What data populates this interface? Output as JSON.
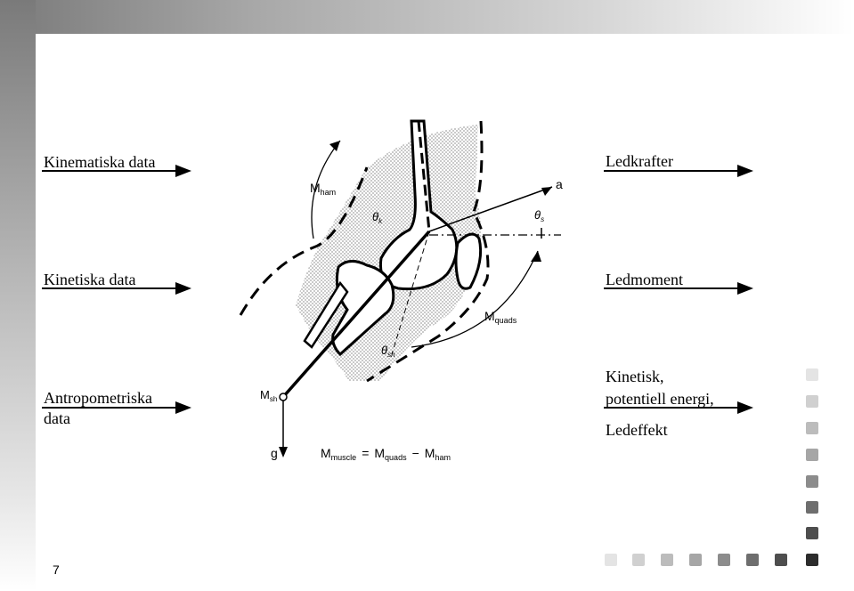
{
  "page_number": "7",
  "inputs": [
    {
      "lines": [
        "Kinematiska data"
      ]
    },
    {
      "lines": [
        "Kinetiska data"
      ]
    },
    {
      "lines": [
        "Antropometriska",
        "data"
      ]
    }
  ],
  "outputs": [
    {
      "lines": [
        "Ledkrafter"
      ]
    },
    {
      "lines": [
        "Ledmoment"
      ]
    },
    {
      "lines": [
        "Kinetisk,",
        "potentiell energi,",
        "Ledeffekt"
      ]
    }
  ],
  "diagram": {
    "m_ham": "M",
    "m_ham_sub": "ham",
    "m_quads": "M",
    "m_quads_sub": "quads",
    "theta_k": "θ",
    "theta_k_sub": "k",
    "theta_s": "θ",
    "theta_s_sub": "s",
    "theta_sh": "θ",
    "theta_sh_sub": "sh",
    "m_sh": "M",
    "m_sh_sub": "sh",
    "axis_a": "a",
    "gravity_g": "g",
    "equation": {
      "m1": "M",
      "s1": "muscle",
      "op1": "=",
      "m2": "M",
      "s2": "quads",
      "op2": "−",
      "m3": "M",
      "s3": "ham"
    }
  },
  "colors": {
    "square_shades": [
      "#e4e4e4",
      "#d0d0d0",
      "#bcbcbc",
      "#a6a6a6",
      "#8c8c8c",
      "#6e6e6e",
      "#4e4e4e",
      "#2c2c2c"
    ]
  }
}
